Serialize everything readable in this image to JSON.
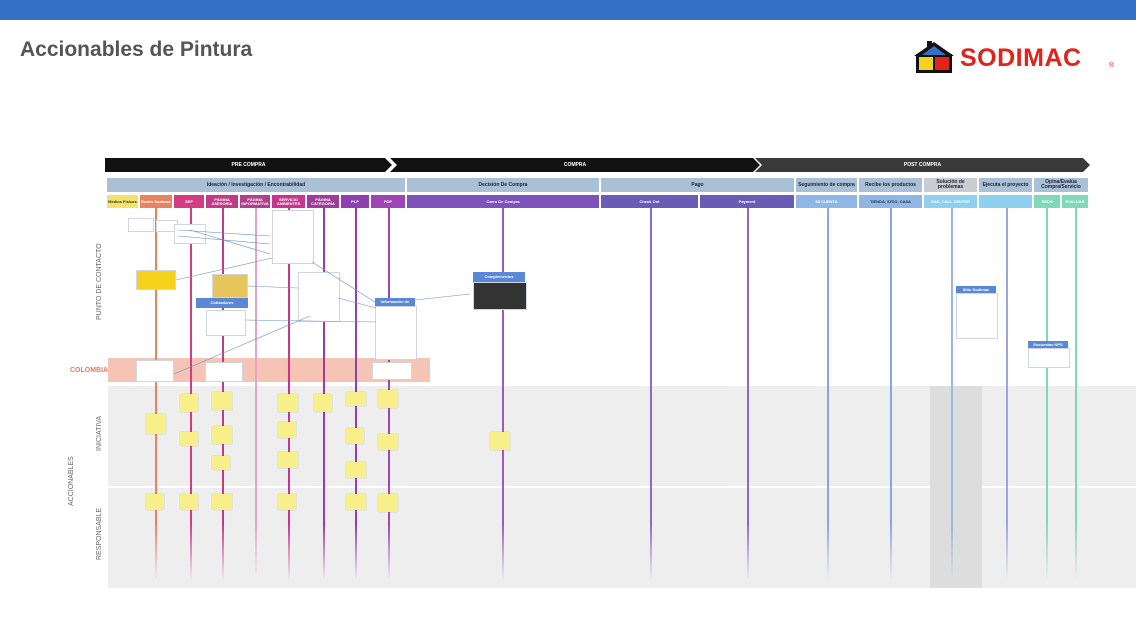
{
  "title": "Accionables de Pintura",
  "brand": {
    "name": "SODIMAC",
    "reg": "®"
  },
  "phases": [
    {
      "label": "PRE COMPRA",
      "color": "#111111"
    },
    {
      "label": "COMPRA",
      "color": "#111111"
    },
    {
      "label": "POST COMPRA",
      "color": "#3a3a3a"
    }
  ],
  "stages": [
    {
      "label": "Ideación / Investigación / Encontrabilidad",
      "color": "#a9c0d6"
    },
    {
      "label": "Decisión De Compra",
      "color": "#a9c0d6"
    },
    {
      "label": "Pago",
      "color": "#a9c0d6"
    },
    {
      "label": "Seguimiento de compra",
      "color": "#a9c0d6"
    },
    {
      "label": "Recibe los productos",
      "color": "#a9c0d6"
    },
    {
      "label": "Solución de problemas",
      "color": "#a9c0d6"
    },
    {
      "label": "Ejecuta el proyecto",
      "color": "#a9c0d6"
    },
    {
      "label": "Opina/Evalúa Compra/Servicio",
      "color": "#a9c0d6"
    }
  ],
  "touchpoints": [
    {
      "label": "Medios Físicos",
      "color": "#f4e36a",
      "text": "#333333",
      "line": ""
    },
    {
      "label": "Redes Sodimac",
      "color": "#e8835f",
      "text": "#ffffff",
      "line": "#e8835f"
    },
    {
      "label": "SEP",
      "color": "#d43b84",
      "text": "#ffffff",
      "line": "#d43b84"
    },
    {
      "label": "PÁGINA ASESORÍA",
      "color": "#c13a86",
      "text": "#ffffff",
      "line": "#c13a86"
    },
    {
      "label": "PÁGINA INFORMATIVA",
      "color": "#b23f8c",
      "text": "#ffffff",
      "line": "#e6a3c9"
    },
    {
      "label": "SERVICIO AMBIENTES",
      "color": "#c9358c",
      "text": "#ffffff",
      "line": "#c9358c"
    },
    {
      "label": "PÁGINA CATEGORÍA",
      "color": "#a13b9a",
      "text": "#ffffff",
      "line": "#a13b9a"
    },
    {
      "label": "PLP",
      "color": "#8e3fb0",
      "text": "#ffffff",
      "line": "#8e3fb0"
    },
    {
      "label": "PDP",
      "color": "#9d45b7",
      "text": "#ffffff",
      "line": "#9d45b7"
    },
    {
      "label": "Carro De Compra",
      "color": "#7e53b9",
      "text": "#ffffff",
      "line": "#9a5bc0"
    },
    {
      "label": "Check Out",
      "color": "#6a5cb4",
      "text": "#ffffff",
      "line": "#8a6cc6"
    },
    {
      "label": "Payment",
      "color": "#6a5cb4",
      "text": "#ffffff",
      "line": "#8a6cc6"
    },
    {
      "label": "MI CUENTA",
      "color": "#8fb6e5",
      "text": "#ffffff",
      "line": "#8aa6e0"
    },
    {
      "label": "TIENDA, SITIO, CASA",
      "color": "#8fb6e5",
      "text": "#223344",
      "line": "#8aa6e0"
    },
    {
      "label": "SAC, CALL CENTER",
      "color": "#8ed0ee",
      "text": "#ffffff",
      "line": "#9bb6e8"
    },
    {
      "label": "",
      "color": "#8ed0ee",
      "text": "#ffffff",
      "line": "#9aa6e0"
    },
    {
      "label": "REDS",
      "color": "#7fd9b9",
      "text": "#ffffff",
      "line": "#7fd9b9"
    },
    {
      "label": "EVALUAR",
      "color": "#7fd9b9",
      "text": "#ffffff",
      "line": "#7fd9b9"
    }
  ],
  "rows": {
    "touchpoint": "PUNTO DE CONTACTO",
    "country": "COLOMBIA",
    "actions": "ACCIONABLES",
    "initiative": "INICIATIVA",
    "responsible": "RESPONSABLE"
  },
  "cards": {
    "complementos": "Complementos",
    "cotizaciones": "Cotizadores",
    "informacion": "Información de producto",
    "sitio": "Sitio Sodimac",
    "encuestas": "Encuestas NPS"
  }
}
